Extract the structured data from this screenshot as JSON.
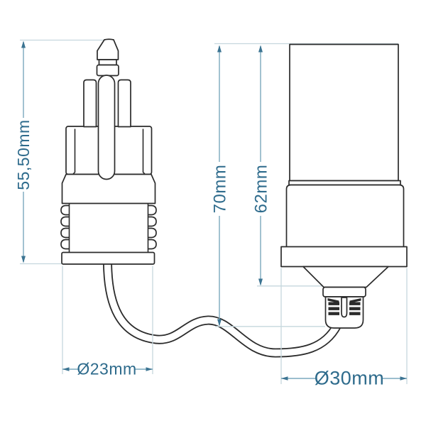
{
  "labels": {
    "plug_height": "55,50mm",
    "plug_diameter": "Ø23mm",
    "socket_length_overall": "70mm",
    "socket_length_body": "62mm",
    "socket_diameter": "Ø30mm"
  },
  "colors": {
    "line": "#2b2b2b",
    "dim_text": "#2e6b8c",
    "dim_line": "#7aa9bd",
    "dim_arrow": "#3c7492",
    "ext_line": "#c6d7dd",
    "background": "#ffffff"
  }
}
